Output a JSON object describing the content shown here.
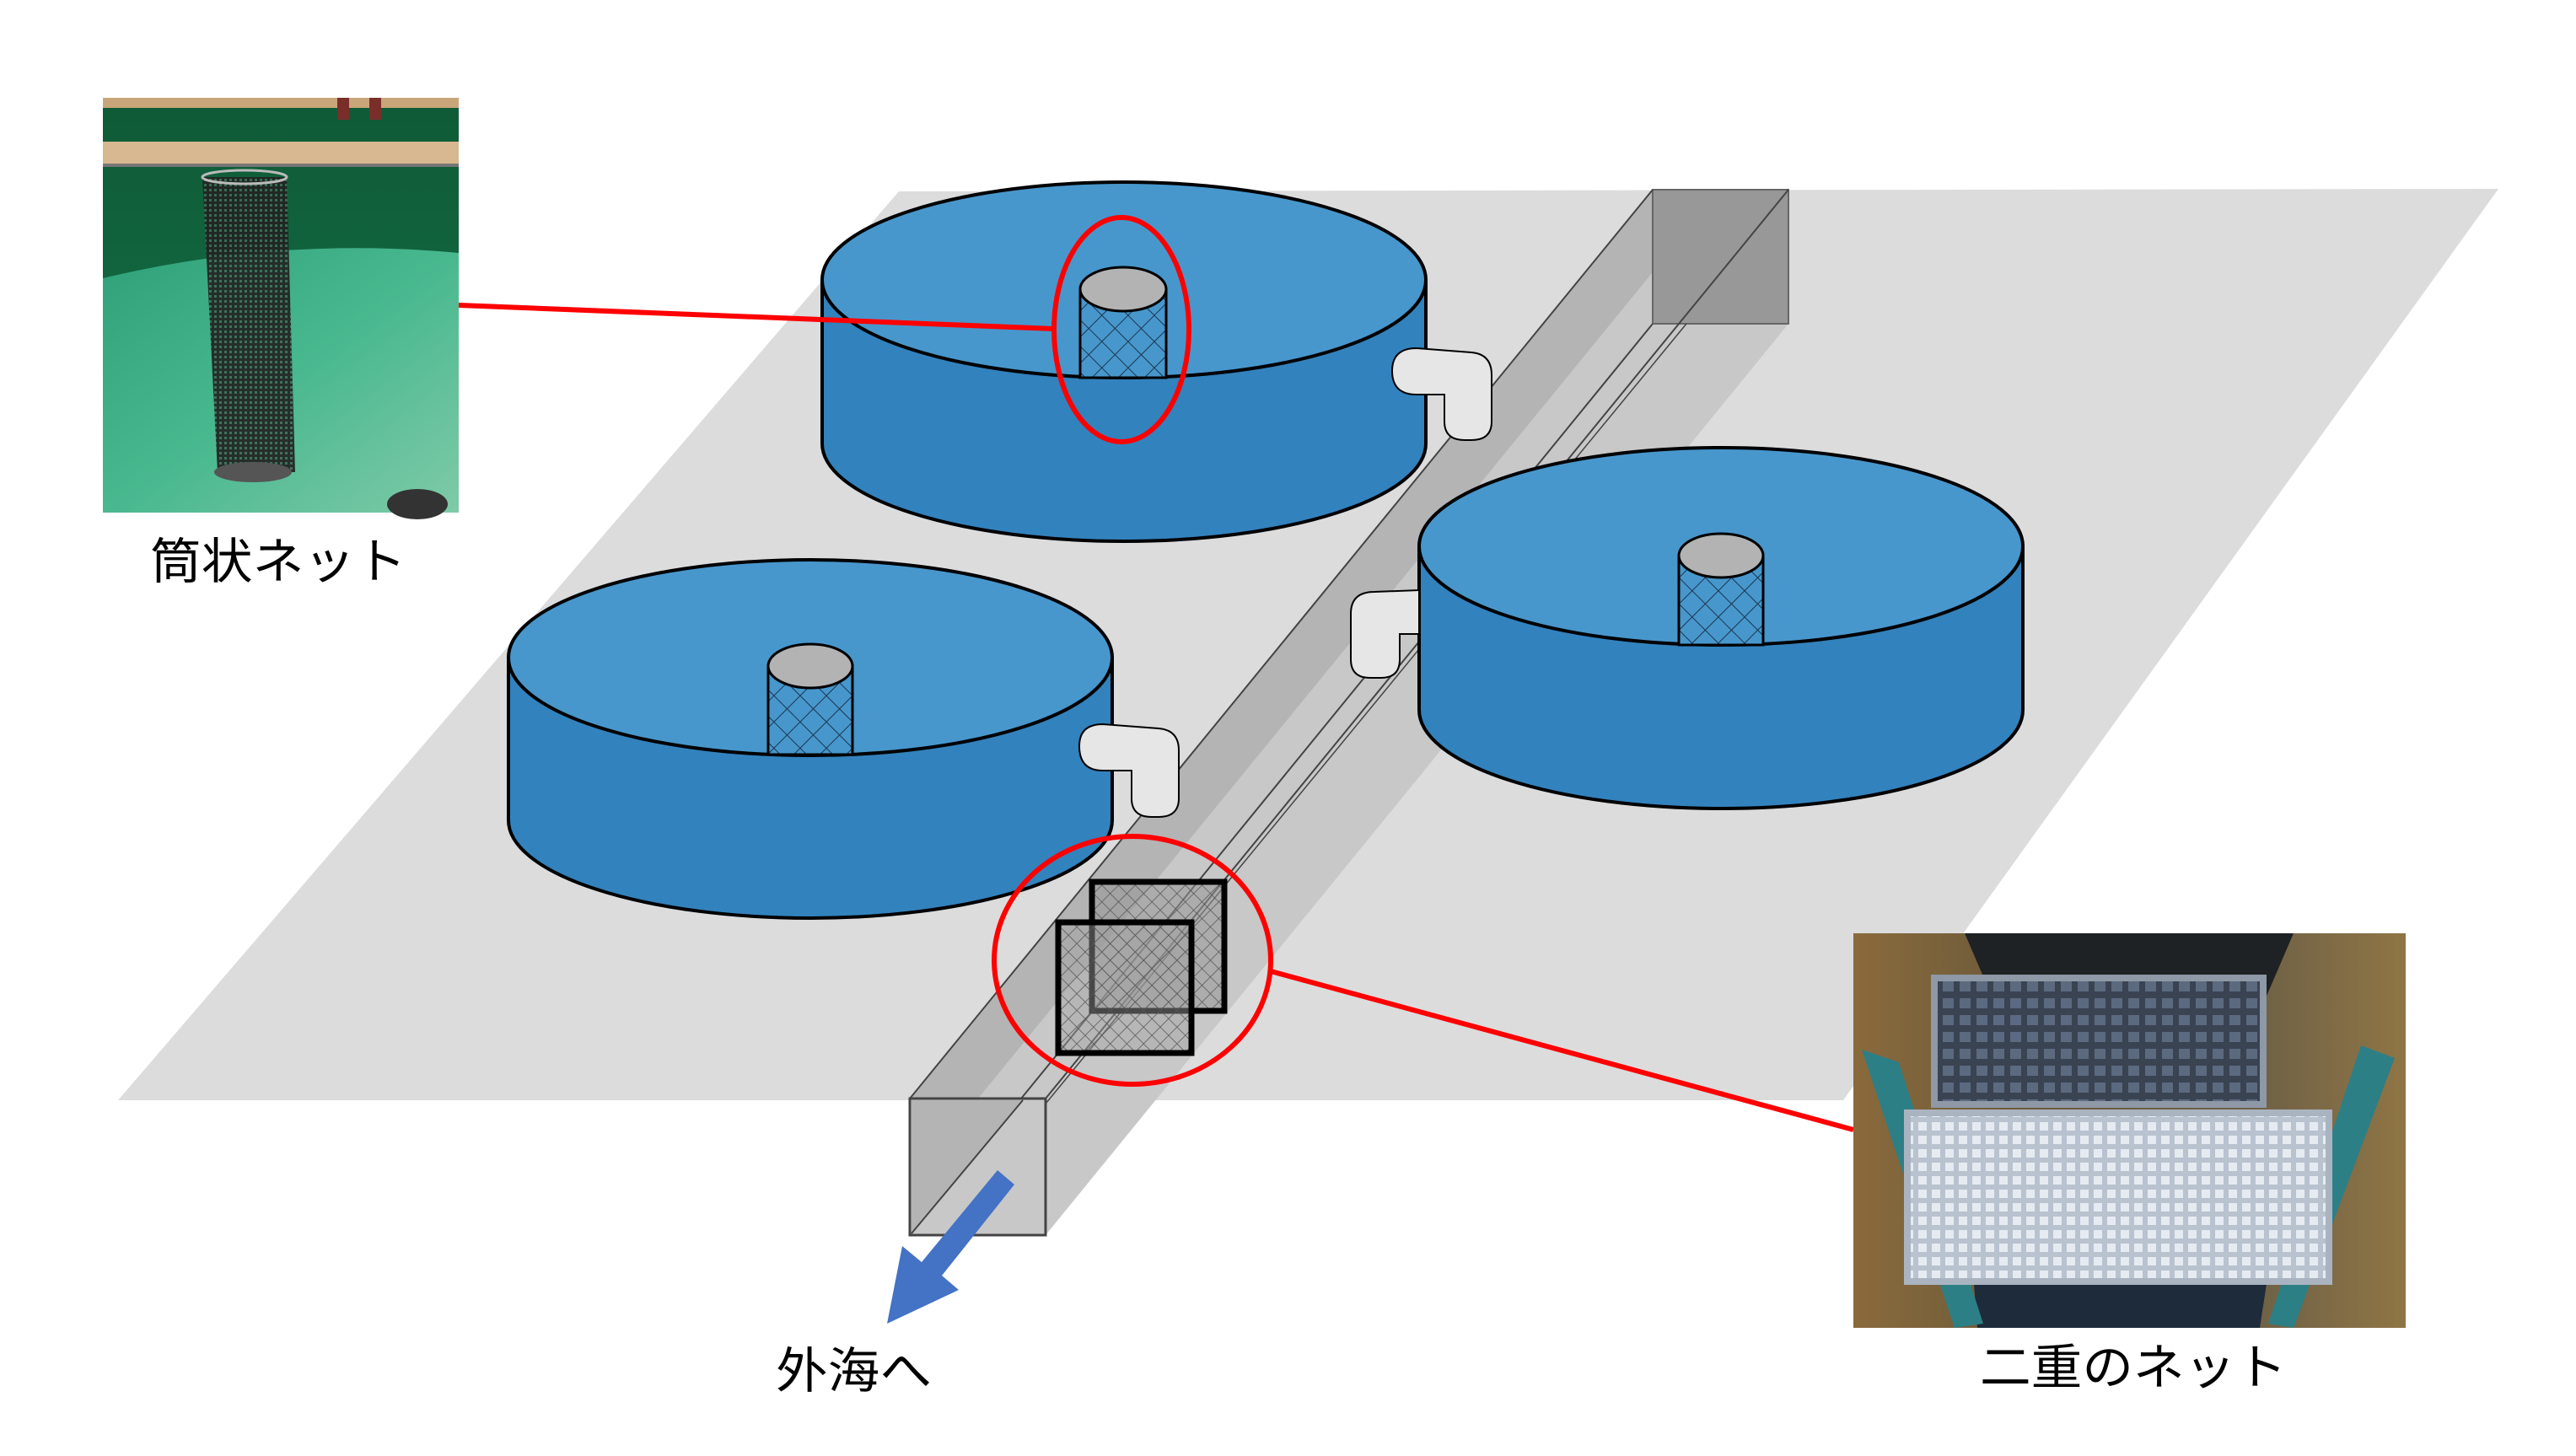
{
  "labels": {
    "tube_net": "筒状ネット",
    "double_net": "二重のネット",
    "to_open_sea": "外海へ"
  },
  "photos": {
    "tube_net_photo": "tube-net-photo",
    "double_net_photo": "double-net-photo"
  },
  "colors": {
    "floor": "#dcdcdc",
    "tank_top": "#4797cc",
    "tank_side": "#3282bd",
    "inner_top": "#b3b3b3",
    "pipe": "#e6e6e6",
    "channel_dark": "#b4b4b4",
    "channel_light": "#c8c8c8",
    "channel_back": "#989898",
    "highlight": "#ff0000",
    "arrow": "#4472c4"
  }
}
